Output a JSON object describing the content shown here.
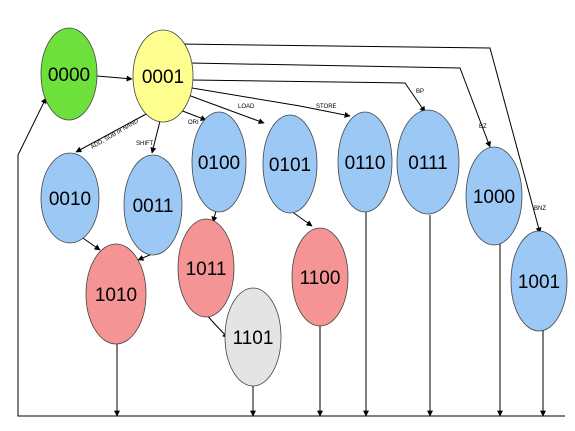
{
  "colors": {
    "start": "#6ee03c",
    "decode": "#ffff8f",
    "execute": "#9cc8f5",
    "writeback": "#f49494",
    "memory": "#e4e4e4",
    "line": "#000000"
  },
  "states": [
    {
      "id": "s0000",
      "label": "0000",
      "color_key": "start"
    },
    {
      "id": "s0001",
      "label": "0001",
      "color_key": "decode"
    },
    {
      "id": "s0010",
      "label": "0010",
      "color_key": "execute"
    },
    {
      "id": "s0011",
      "label": "0011",
      "color_key": "execute"
    },
    {
      "id": "s0100",
      "label": "0100",
      "color_key": "execute"
    },
    {
      "id": "s0101",
      "label": "0101",
      "color_key": "execute"
    },
    {
      "id": "s0110",
      "label": "0110",
      "color_key": "execute"
    },
    {
      "id": "s0111",
      "label": "0111",
      "color_key": "execute"
    },
    {
      "id": "s1000",
      "label": "1000",
      "color_key": "execute"
    },
    {
      "id": "s1001",
      "label": "1001",
      "color_key": "execute"
    },
    {
      "id": "s1010",
      "label": "1010",
      "color_key": "writeback"
    },
    {
      "id": "s1011",
      "label": "1011",
      "color_key": "writeback"
    },
    {
      "id": "s1100",
      "label": "1100",
      "color_key": "writeback"
    },
    {
      "id": "s1101",
      "label": "1101",
      "color_key": "memory"
    }
  ],
  "transitions": [
    {
      "id": "t-add",
      "label": "ADD, SUB or NAND"
    },
    {
      "id": "t-shift",
      "label": "SHIFT"
    },
    {
      "id": "t-ori",
      "label": "ORI"
    },
    {
      "id": "t-load",
      "label": "LOAD"
    },
    {
      "id": "t-store",
      "label": "STORE"
    },
    {
      "id": "t-bp",
      "label": "BP"
    },
    {
      "id": "t-bz",
      "label": "BZ"
    },
    {
      "id": "t-bnz",
      "label": "BNZ"
    }
  ]
}
